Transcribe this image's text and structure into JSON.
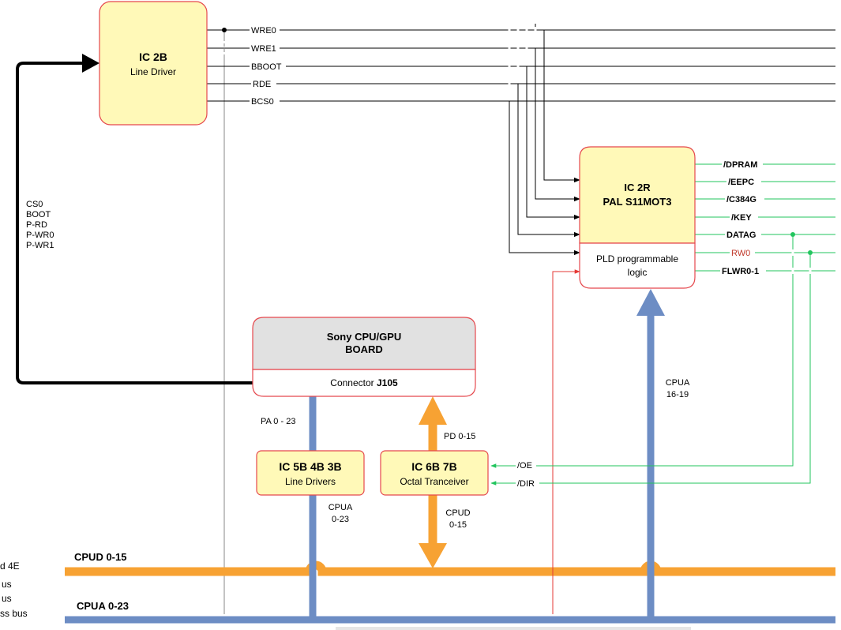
{
  "colors": {
    "yellow_fill": "#fff9b8",
    "box_border": "#e5484d",
    "gray_fill": "#e1e1e1",
    "orange_bus": "#f7a233",
    "blue_bus": "#6d8dc4",
    "green_line": "#22c55e",
    "black_line": "#000000",
    "red_wire": "#e53935",
    "rw0_text": "#c0392b"
  },
  "ic2b": {
    "title": "IC 2B",
    "subtitle": "Line Driver"
  },
  "ic2b_signals": [
    "WRE0",
    "WRE1",
    "BBOOT",
    "RDE",
    "BCS0"
  ],
  "left_signal_list": [
    "CS0",
    "BOOT",
    "P-RD",
    "P-WR0",
    "P-WR1"
  ],
  "ic2r": {
    "title1": "IC 2R",
    "title2": "PAL S11MOT3",
    "lower1": "PLD programmable",
    "lower2": "logic"
  },
  "ic2r_outputs": [
    "/DPRAM",
    "/EEPC",
    "/C384G",
    "/KEY",
    "DATAG",
    "RW0",
    "FLWR0-1"
  ],
  "sony": {
    "title1": "Sony CPU/GPU",
    "title2": "BOARD",
    "connector_prefix": "Connector ",
    "connector_name": "J105"
  },
  "ic5b": {
    "title": "IC 5B 4B 3B",
    "subtitle": "Line Drivers"
  },
  "ic6b": {
    "title": "IC 6B 7B",
    "subtitle": "Octal Tranceiver"
  },
  "labels": {
    "pa": "PA 0 - 23",
    "pd": "PD 0-15",
    "cpua_5b_1": "CPUA",
    "cpua_5b_2": "0-23",
    "cpud_6b_1": "CPUD",
    "cpud_6b_2": "0-15",
    "cpua_2r_1": "CPUA",
    "cpua_2r_2": "16-19",
    "oe": "/OE",
    "dir": "/DIR"
  },
  "buses": {
    "cpud": "CPUD 0-15",
    "cpua": "CPUA 0-23"
  },
  "legend_fragments": [
    "d 4E",
    "us",
    "us",
    "ss bus"
  ]
}
